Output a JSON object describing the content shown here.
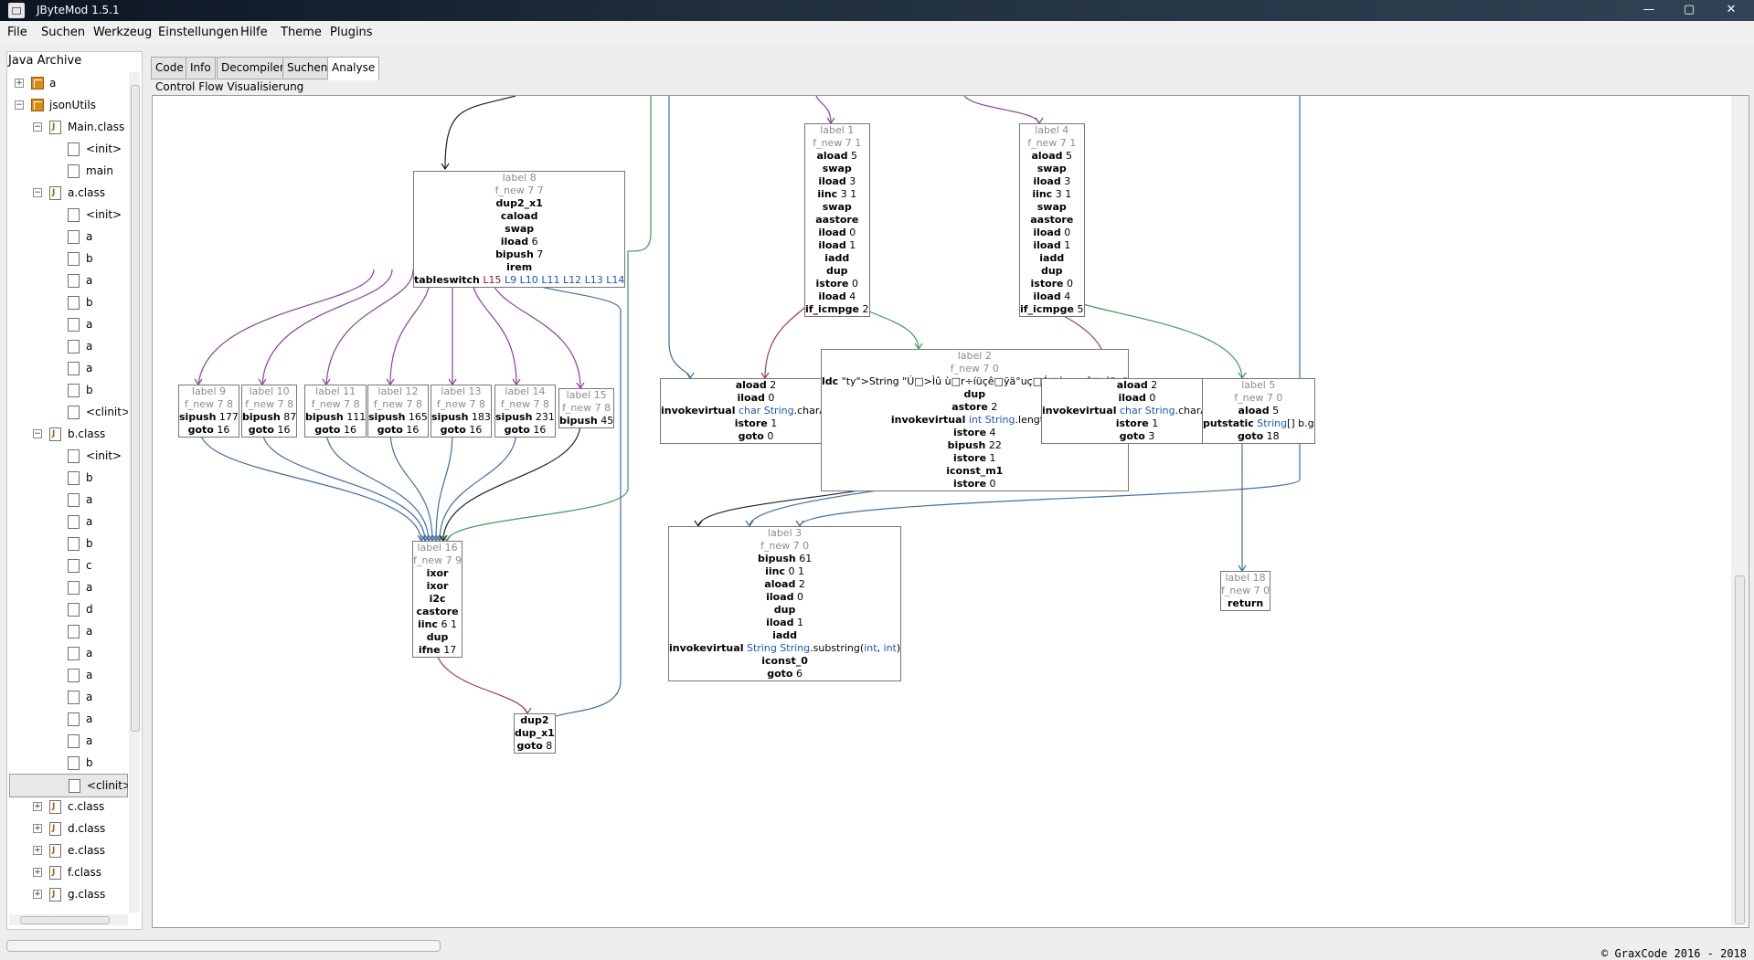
{
  "window": {
    "title": "JByteMod 1.5.1",
    "minimize": "—",
    "maximize": "▢",
    "close": "✕"
  },
  "menu": [
    "File",
    "Suchen",
    "Werkzeug",
    "Einstellungen",
    "Hilfe",
    "Theme",
    "Plugins"
  ],
  "sidebar": {
    "header": "Java Archive",
    "tree": [
      {
        "label": "a",
        "icon": "package-icon",
        "toggle": "+"
      },
      {
        "label": "jsonUtils",
        "icon": "package-icon",
        "toggle": "−"
      },
      {
        "label": "Main.class",
        "icon": "class-file-icon",
        "toggle": "−"
      },
      {
        "label": "<init>",
        "icon": "method-icon"
      },
      {
        "label": "main",
        "icon": "method-icon"
      },
      {
        "label": "a.class",
        "icon": "class-file-icon",
        "toggle": "−"
      },
      {
        "label": "<init>",
        "icon": "method-icon"
      },
      {
        "label": "a",
        "icon": "method-icon"
      },
      {
        "label": "b",
        "icon": "method-icon"
      },
      {
        "label": "a",
        "icon": "method-icon"
      },
      {
        "label": "b",
        "icon": "method-icon"
      },
      {
        "label": "a",
        "icon": "method-icon"
      },
      {
        "label": "a",
        "icon": "method-icon"
      },
      {
        "label": "a",
        "icon": "method-icon"
      },
      {
        "label": "b",
        "icon": "method-icon"
      },
      {
        "label": "<clinit>",
        "icon": "method-icon"
      },
      {
        "label": "b.class",
        "icon": "class-file-icon",
        "toggle": "−"
      },
      {
        "label": "<init>",
        "icon": "method-icon"
      },
      {
        "label": "b",
        "icon": "method-icon"
      },
      {
        "label": "a",
        "icon": "method-icon"
      },
      {
        "label": "a",
        "icon": "method-icon"
      },
      {
        "label": "b",
        "icon": "method-icon"
      },
      {
        "label": "c",
        "icon": "method-icon"
      },
      {
        "label": "a",
        "icon": "method-icon"
      },
      {
        "label": "d",
        "icon": "method-icon"
      },
      {
        "label": "a",
        "icon": "method-icon"
      },
      {
        "label": "a",
        "icon": "method-icon"
      },
      {
        "label": "a",
        "icon": "method-icon"
      },
      {
        "label": "a",
        "icon": "method-icon"
      },
      {
        "label": "a",
        "icon": "method-icon"
      },
      {
        "label": "a",
        "icon": "method-icon"
      },
      {
        "label": "b",
        "icon": "method-icon"
      },
      {
        "label": "<clinit>",
        "icon": "method-icon",
        "selected": true
      },
      {
        "label": "c.class",
        "icon": "class-file-icon",
        "toggle": "+"
      },
      {
        "label": "d.class",
        "icon": "class-file-icon",
        "toggle": "+"
      },
      {
        "label": "e.class",
        "icon": "class-file-icon",
        "toggle": "+"
      },
      {
        "label": "f.class",
        "icon": "class-file-icon",
        "toggle": "+"
      },
      {
        "label": "g.class",
        "icon": "class-file-icon",
        "toggle": "+"
      }
    ]
  },
  "tabs": [
    "Code",
    "Info",
    "Decompiler",
    "Suchen",
    "Analyse"
  ],
  "active_tab": "Analyse",
  "panel_title": "Control Flow Visualisierung",
  "graph": {
    "blocks": {
      "b8": [
        "label 8",
        "f_new 7 7",
        "dup2_x1",
        "caload",
        "swap",
        "iload 6",
        "bipush 7",
        "irem",
        "tableswitch L15 L9 L10 L11 L12 L13 L14"
      ],
      "b1": [
        "label 1",
        "f_new 7 1",
        "aload 5",
        "swap",
        "iload 3",
        "iinc 3 1",
        "swap",
        "aastore",
        "iload 0",
        "iload 1",
        "iadd",
        "dup",
        "istore 0",
        "iload 4",
        "if_icmpge 2"
      ],
      "b4": [
        "label 4",
        "f_new 7 1",
        "aload 5",
        "swap",
        "iload 3",
        "iinc 3 1",
        "swap",
        "aastore",
        "iload 0",
        "iload 1",
        "iadd",
        "dup",
        "istore 0",
        "iload 4",
        "if_icmpge 5"
      ],
      "b9": [
        "label 9",
        "f_new 7 8",
        "sipush 177",
        "goto 16"
      ],
      "b10": [
        "label 10",
        "f_new 7 8",
        "bipush 87",
        "goto 16"
      ],
      "b11": [
        "label 11",
        "f_new 7 8",
        "bipush 111",
        "goto 16"
      ],
      "b12": [
        "label 12",
        "f_new 7 8",
        "sipush 165",
        "goto 16"
      ],
      "b13": [
        "label 13",
        "f_new 7 8",
        "sipush 183",
        "goto 16"
      ],
      "b14": [
        "label 14",
        "f_new 7 8",
        "sipush 231",
        "goto 16"
      ],
      "b15": [
        "label 15",
        "f_new 7 8",
        "bipush 45"
      ],
      "bA": [
        "aload 2",
        "iload 0",
        "invokevirtual char String.charAt(int)",
        "istore 1",
        "goto 0"
      ],
      "b2": [
        "label 2",
        "f_new 7 0",
        "ldc String \"Ú□>Ìû  ù□r÷íüçê□ÿä°uç□Á□èæ»sê□ròï⊕\"",
        "dup",
        "astore 2",
        "invokevirtual int String.length()",
        "istore 4",
        "bipush 22",
        "istore 1",
        "iconst_m1",
        "istore 0"
      ],
      "bB": [
        "aload 2",
        "iload 0",
        "invokevirtual char String.charAt(int)",
        "istore 1",
        "goto 3"
      ],
      "b5": [
        "label 5",
        "f_new 7 0",
        "aload 5",
        "putstatic String[] b.g",
        "goto 18"
      ],
      "b16": [
        "label 16",
        "f_new 7 9",
        "ixor",
        "ixor",
        "i2c",
        "castore",
        "iinc 6 1",
        "dup",
        "ifne 17"
      ],
      "b3": [
        "label 3",
        "f_new 7 0",
        "bipush 61",
        "iinc 0 1",
        "aload 2",
        "iload 0",
        "dup",
        "iload 1",
        "iadd",
        "invokevirtual String String.substring(int, int)",
        "iconst_0",
        "goto 6"
      ],
      "b18": [
        "label 18",
        "f_new 7 0",
        "return"
      ],
      "bC": [
        "dup2",
        "dup_x1",
        "goto 8"
      ]
    },
    "edge_colors": {
      "purple": "#8a3f9a",
      "blue": "#3f6fa0",
      "green": "#3f9a55",
      "red": "#a04040",
      "black": "#222222"
    }
  },
  "status": {
    "copyright": "© GraxCode 2016 - 2018"
  }
}
